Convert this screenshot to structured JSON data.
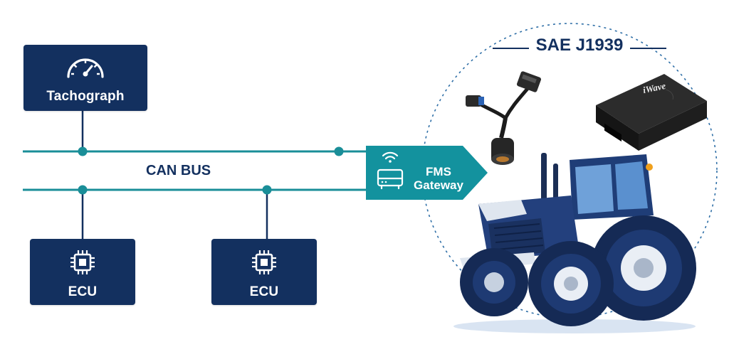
{
  "diagram": {
    "tachograph": {
      "label": "Tachograph",
      "icon": "gauge-icon"
    },
    "can_bus": {
      "label": "CAN BUS"
    },
    "ecus": [
      {
        "label": "ECU",
        "icon": "chip-icon"
      },
      {
        "label": "ECU",
        "icon": "chip-icon"
      }
    ],
    "gateway": {
      "label_line1": "FMS",
      "label_line2": "Gateway",
      "icon": "router-wifi-icon"
    },
    "protocol": {
      "label": "SAE J1939"
    },
    "telematics_device": {
      "brand": "iWave",
      "icon": "telematics-box-icon"
    },
    "cable": {
      "icon": "can-y-cable-icon"
    },
    "vehicle": {
      "icon": "tractor-icon"
    }
  },
  "colors": {
    "navy": "#13305f",
    "teal": "#13929e",
    "bus_line": "#1a8e98",
    "dashed_circle": "#2f6fa7",
    "background": "#ffffff"
  }
}
